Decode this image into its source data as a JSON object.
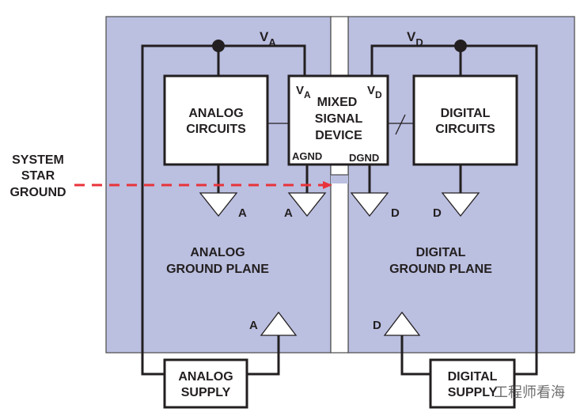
{
  "diagram": {
    "title_hint": "Mixed-signal grounding with system star ground",
    "colors": {
      "plane": "#bbbfe0",
      "wire": "#231f20",
      "star_ground": "#e8333a"
    },
    "rails": {
      "analog": {
        "label": "V",
        "sub": "A"
      },
      "digital": {
        "label": "V",
        "sub": "D"
      }
    },
    "blocks": {
      "analog_circuits": [
        "ANALOG",
        "CIRCUITS"
      ],
      "digital_circuits": [
        "DIGITAL",
        "CIRCUITS"
      ],
      "mixed_signal": {
        "lines": [
          "MIXED",
          "SIGNAL",
          "DEVICE"
        ],
        "pin_va": {
          "label": "V",
          "sub": "A"
        },
        "pin_vd": {
          "label": "V",
          "sub": "D"
        },
        "pin_agnd": "AGND",
        "pin_dgnd": "DGND"
      },
      "analog_supply": [
        "ANALOG",
        "SUPPLY"
      ],
      "digital_supply": [
        "DIGITAL",
        "SUPPLY"
      ]
    },
    "planes": {
      "analog": [
        "ANALOG",
        "GROUND PLANE"
      ],
      "digital": [
        "DIGITAL",
        "GROUND PLANE"
      ]
    },
    "ground_symbols": {
      "analog_circuits": "A",
      "mixed_agnd": "A",
      "mixed_dgnd": "D",
      "digital_circuits": "D",
      "analog_supply_return": "A",
      "digital_supply_return": "D"
    },
    "star_ground_label": [
      "SYSTEM",
      "STAR",
      "GROUND"
    ],
    "watermark": "工程师看海"
  }
}
